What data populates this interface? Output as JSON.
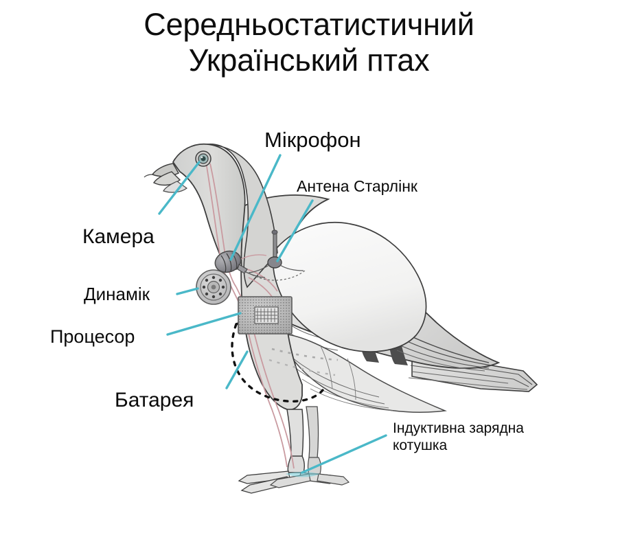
{
  "title": "Середньостатистичний\nУкраїнський птах",
  "labels": {
    "microphone": "Мікрофон",
    "antenna": "Антена Старлінк",
    "camera": "Камера",
    "speaker": "Динамік",
    "processor": "Процесор",
    "battery": "Батарея",
    "coil": "Індуктивна зарядна\nкотушка"
  },
  "colors": {
    "background": "#ffffff",
    "text": "#0a0a0a",
    "leader_line": "#4ab8c8",
    "outline": "#4a4a4a",
    "body_grey": "#d8d8d8",
    "body_light": "#f2f2f2",
    "wing_bar": "#4d4d4d",
    "wire_red": "#c99aa0",
    "device_grey": "#8d8d90"
  },
  "diagram": {
    "subject": "pigeon side view with implanted electronics",
    "annotated_parts": [
      "microphone",
      "antenna",
      "camera",
      "speaker",
      "processor",
      "battery",
      "coil"
    ]
  }
}
